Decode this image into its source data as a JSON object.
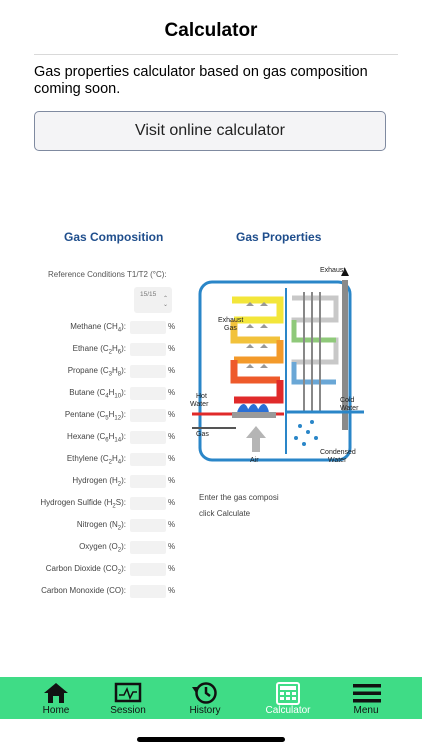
{
  "header": {
    "title": "Calculator"
  },
  "intro_text": "Gas properties calculator based on gas composition coming soon.",
  "visit_button": {
    "label": "Visit online calculator"
  },
  "gas_composition": {
    "heading": "Gas Composition",
    "reference_label": "Reference Conditions T1/T2 (°C):",
    "reference_value": "15/15",
    "unit": "%",
    "rows": [
      {
        "name": "Methane (CH",
        "sub": "4",
        "end": "):"
      },
      {
        "name": "Ethane (C",
        "sub": "2",
        "mid": "H",
        "sub2": "6",
        "end": "):"
      },
      {
        "name": "Propane (C",
        "sub": "3",
        "mid": "H",
        "sub2": "8",
        "end": "):"
      },
      {
        "name": "Butane (C",
        "sub": "4",
        "mid": "H",
        "sub2": "10",
        "end": "):"
      },
      {
        "name": "Pentane (C",
        "sub": "5",
        "mid": "H",
        "sub2": "12",
        "end": "):"
      },
      {
        "name": "Hexane (C",
        "sub": "6",
        "mid": "H",
        "sub2": "14",
        "end": "):"
      },
      {
        "name": "Ethylene (C",
        "sub": "2",
        "mid": "H",
        "sub2": "4",
        "end": "):"
      },
      {
        "name": "Hydrogen (H",
        "sub": "2",
        "end": "):"
      },
      {
        "name": "Hydrogen Sulfide (H",
        "sub": "2",
        "mid": "S",
        "end": "):"
      },
      {
        "name": "Nitrogen (N",
        "sub": "2",
        "end": "):"
      },
      {
        "name": "Oxygen (O",
        "sub": "2",
        "end": "):"
      },
      {
        "name": "Carbon Dioxide (CO",
        "sub": "2",
        "end": "):"
      },
      {
        "name": "Carbon Monoxide (CO):"
      }
    ]
  },
  "gas_properties": {
    "heading": "Gas Properties",
    "diagram_labels": {
      "exhaust_top": "Exhaust",
      "exhaust_gas_1": "Exhaust",
      "exhaust_gas_2": "Gas",
      "hot_water_1": "Hot",
      "hot_water_2": "Water",
      "cold_water_1": "Cold",
      "cold_water_2": "Water",
      "gas": "Gas",
      "air": "Air",
      "condensed_1": "Condensed",
      "condensed_2": "Water"
    },
    "enter_line_1": "Enter the gas composi",
    "enter_line_2": "click Calculate"
  },
  "tabbar": {
    "active": "Calculator",
    "accent_color": "#3fdc86",
    "tabs": [
      {
        "label": "Home",
        "icon": "home-icon"
      },
      {
        "label": "Session",
        "icon": "session-monitor-icon"
      },
      {
        "label": "History",
        "icon": "history-icon"
      },
      {
        "label": "Calculator",
        "icon": "calculator-icon"
      },
      {
        "label": "Menu",
        "icon": "menu-icon"
      }
    ]
  }
}
